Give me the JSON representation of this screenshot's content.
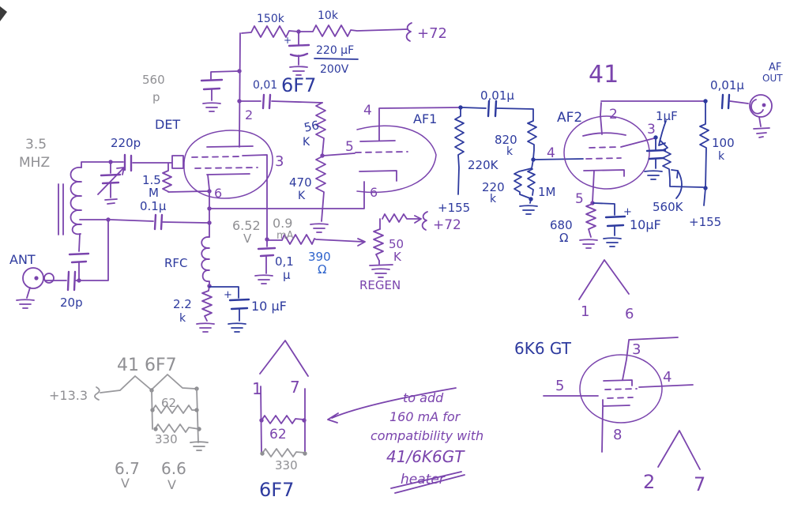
{
  "colors": {
    "purple_ink": "#7a44ad",
    "blue_ink": "#2d3a9e",
    "bright_blue_ink": "#2e63cc",
    "pencil_gray": "#8f8f93",
    "paper": "#ffffff"
  },
  "t": {
    "r150k": "150k",
    "r10k": "10k",
    "vplus72_top": "+72",
    "c220uf": "220 μF",
    "v200": "200V",
    "plus220": "+",
    "c560": "560",
    "c560p": "p",
    "c001det": "0,01",
    "tube6f7": "6F7",
    "det": "DET",
    "f35": "3.5",
    "mhz": "MHZ",
    "c220p": "220p",
    "r15": "1.5",
    "r15m": "M",
    "c01tank": "0.1μ",
    "ant": "ANT",
    "c20p": "20p",
    "rfc": "RFC",
    "r22": "2.2",
    "r22k": "k",
    "c10det": "10 μF",
    "plus10det": "+",
    "p2": "2",
    "p3": "3",
    "p6": "6",
    "p5": "5",
    "p6b": "6",
    "r56": "56",
    "r56k": "K",
    "r470": "470",
    "r470k": "K",
    "v652": "6.52",
    "v652v": "V",
    "i09": "0.9",
    "i09ma": "mA",
    "c01b": "0,1",
    "c01bu": "μ",
    "r390": "390",
    "r390o": "Ω",
    "pot50": "50",
    "pot50k": "K",
    "regen": "REGEN",
    "vplus72_regen": "+72",
    "af1": "AF1",
    "c001af1": "0,01μ",
    "r820": "820",
    "r820k": "k",
    "r220kp": "220K",
    "r220": "220",
    "r220k2": "k",
    "r1m": "1M",
    "v155a": "+155",
    "tube41": "41",
    "af2": "AF2",
    "p2_41": "2",
    "p4_41": "4",
    "p3_41": "3",
    "p5_41": "5",
    "c1uf": "1μF",
    "r560k": "560K",
    "r100": "100",
    "r100k": "k",
    "v155b": "+155",
    "r680": "680",
    "r680o": "Ω",
    "c10_41": "10μF",
    "plus10_41": "+",
    "h1_41": "1",
    "h6_41": "6",
    "c001out": "0,01μ",
    "af": "AF",
    "out": "OUT",
    "sk_title": "41 6F7",
    "v133": "+13.3",
    "sk62": "62",
    "sk330": "330",
    "v67": "6.7",
    "v67v": "V",
    "v66": "6.6",
    "v66v": "V",
    "h1": "1",
    "h7": "7",
    "m62": "62",
    "m330": "330",
    "m6f7": "6F7",
    "n1": "to add",
    "n2": "160 mA for",
    "n3": "compatibility with",
    "n4": "41/6K6GT",
    "n5": "heater",
    "tube6k6": "6K6 GT",
    "p3_6k6": "3",
    "p4_6k6": "4",
    "p5_6k6": "5",
    "p8_6k6": "8",
    "h2_6k6": "2",
    "h7_6k6": "7"
  }
}
